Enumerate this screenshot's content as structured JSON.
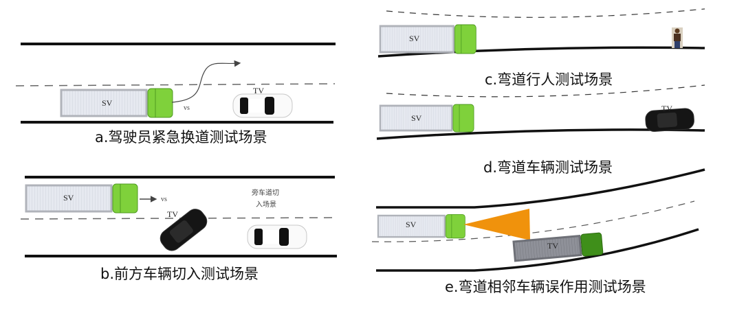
{
  "panels": {
    "a": {
      "caption": "a.驾驶员紧急换道测试场景",
      "sv": "SV",
      "tv": "TV",
      "speed": "vs"
    },
    "b": {
      "caption": "b.前方车辆切入测试场景",
      "sv": "SV",
      "tv": "TV",
      "speed": "vs",
      "note_line1": "旁车道切",
      "note_line2": "入场景"
    },
    "c": {
      "caption": "c.弯道行人测试场景",
      "sv": "SV"
    },
    "d": {
      "caption": "d.弯道车辆测试场景",
      "sv": "SV",
      "tv": "TV"
    },
    "e": {
      "caption": "e.弯道相邻车辆误作用测试场景",
      "sv": "SV",
      "tv": "TV"
    }
  },
  "colors": {
    "cab": "#7fd13b",
    "cab_dark": "#3f8f1a",
    "trailer": "#e3e6ee",
    "trailer_dark": "#8a8c94",
    "radar": "#f0920c"
  }
}
